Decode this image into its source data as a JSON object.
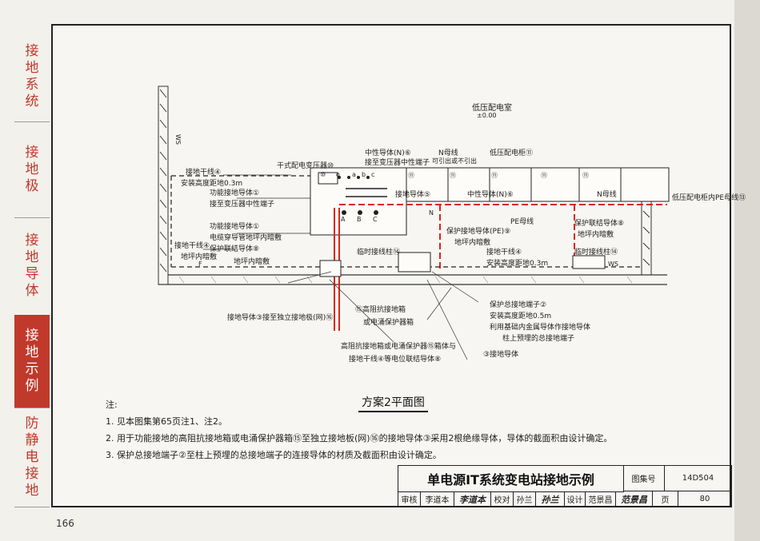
{
  "sidebar": {
    "tabs": [
      {
        "label": "接地系统",
        "active": false
      },
      {
        "label": "接地极",
        "active": false
      },
      {
        "label": "接地导体",
        "active": false
      },
      {
        "label": "接地示例",
        "active": true
      },
      {
        "label": "防静电接地",
        "active": false
      }
    ]
  },
  "drawing": {
    "room_name": "低压配电室",
    "elevation": "±0.00",
    "ws_label": "WS",
    "plan_title": "方案2平面图",
    "f_label": "F",
    "n_label": "N",
    "pe_label": "PE",
    "terminal_letters": [
      "a",
      "b",
      "c",
      "o"
    ],
    "bus_letters": [
      "A",
      "B",
      "C"
    ],
    "cabinet_no": "⑩",
    "panel_no": "⑪",
    "labels": {
      "main_conductor_4": "接地干线④",
      "install_height_03": "安装高度距地0.3m",
      "func_conductor_1a": "功能接地导体①",
      "to_transformer_n": "接至变压器中性端子",
      "func_conductor_1b": "功能接地导体①",
      "cable_floor": "电缆穿导管地坪内暗敷",
      "protect_conductor_8": "保护联结导体⑧",
      "floor_hidden": "地坪内暗敷",
      "main_conductor_4b": "接地干线④",
      "floor_hidden_b": "地坪内暗敷",
      "dry_transformer": "干式配电变压器⑩",
      "neutral_6": "中性导体(N)⑥",
      "to_trans_neutral": "接至变压器中性端子",
      "n_bus": "N母线",
      "n_bus_note": "可引出或不引出",
      "lv_cabinet": "低压配电柜⑪",
      "conductor_5": "接地导体⑤",
      "neutral_6b": "中性导体(N)⑥",
      "n_bus_b": "N母线",
      "pe_in_cabinet": "低压配电柜内PE母线⑬",
      "pe_bus": "PE母线",
      "pe_conductor_9": "保护接地导体(PE)⑨",
      "floor_hidden_c": "地坪内暗敷",
      "protect_conductor_8b": "保护联结导体⑧",
      "floor_hidden_d": "地坪内暗敷",
      "temp_terminal": "临时接线柱⑭",
      "main_conductor_4c": "接地干线④",
      "install_height_03b": "安装高度距地0.3m",
      "temp_terminal_b": "临时接线柱⑭",
      "ground_conductor_3": "接地导体③接至独立接地极(网)⑯",
      "hr_box": "⑮高阻抗接地箱",
      "hr_box2": "或电涌保护器箱",
      "hr_note1": "高阻抗接地箱或电涌保护器⑮箱体与",
      "hr_note2": "接地干线④等电位联结导体⑧",
      "protect_terminal_2": "保护总接地端子②",
      "install_height_05": "安装高度距地0.5m",
      "column_note1": "利用基础内金属导体作接地导体",
      "column_note2": "柱上预埋的总接地端子",
      "conductor_3": "③接地导体"
    }
  },
  "notes": {
    "heading": "注:",
    "items": [
      "1. 见本图集第65页注1、注2。",
      "2. 用于功能接地的高阻抗接地箱或电涌保护器箱⑮至独立接地板(网)⑯的接地导体③采用2根绝缘导体，导体的截面积由设计确定。",
      "3. 保护总接地端子②至柱上预埋的总接地端子的连接导体的材质及截面积由设计确定。"
    ]
  },
  "title_block": {
    "title": "单电源IT系统变电站接地示例",
    "atlas_label": "图集号",
    "atlas_no": "14D504",
    "review_label": "审核",
    "reviewer": "李道本",
    "review_sig": "李道本",
    "check_label": "校对",
    "checker": "孙兰",
    "check_sig": "孙兰",
    "design_label": "设计",
    "designer": "范景昌",
    "design_sig": "范景昌",
    "page_label": "页",
    "page_no": "80"
  },
  "book_page": "166",
  "colors": {
    "accent": "#c0392b",
    "red_line": "#d9261c"
  }
}
